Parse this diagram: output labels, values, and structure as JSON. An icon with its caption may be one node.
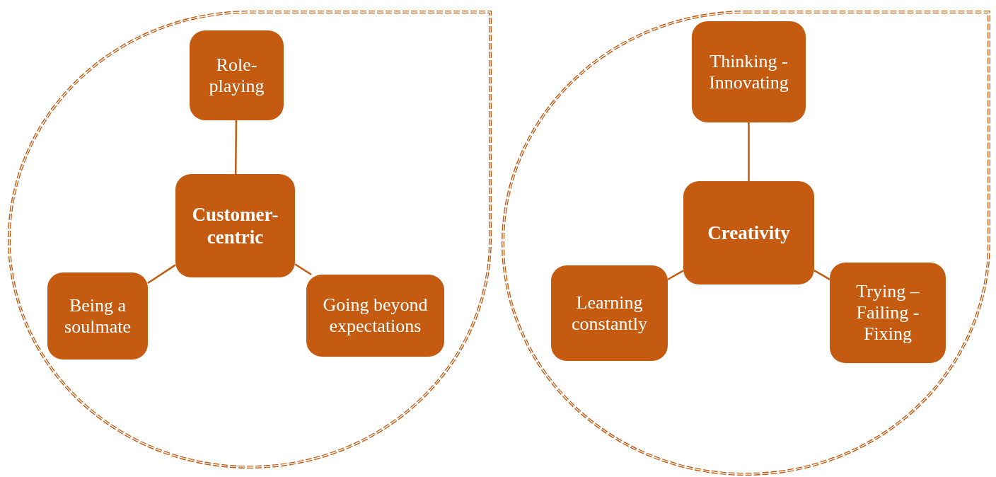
{
  "diagram": {
    "nodes": [
      {
        "text": [],
        "shape": "drop"
      },
      {
        "text": [
          "Role-playing"
        ],
        "in": 0
      },
      {
        "text": [
          "Customer-centric"
        ],
        "in": 0
      },
      {
        "text": [
          "Being a soulmate"
        ],
        "in": 0
      },
      {
        "text": [
          "Going beyond expectations"
        ],
        "in": 0
      },
      {
        "text": [],
        "shape": "drop"
      },
      {
        "text": [
          "Thinking - Innovating"
        ],
        "in": 5
      },
      {
        "text": [
          "Creativity"
        ],
        "in": 5
      },
      {
        "text": [
          "Learning constantly"
        ],
        "in": 5
      },
      {
        "text": [
          "Trying – Failing - Fixing"
        ],
        "in": 5
      }
    ],
    "edges": [
      {
        "from": 2,
        "to": 1,
        "arrow": "none"
      },
      {
        "from": 2,
        "to": 3,
        "arrow": "none"
      },
      {
        "from": 2,
        "to": 4,
        "arrow": "none"
      },
      {
        "from": 7,
        "to": 6,
        "arrow": "none"
      },
      {
        "from": 7,
        "to": 8,
        "arrow": "none"
      },
      {
        "from": 7,
        "to": 9,
        "arrow": "none"
      }
    ]
  }
}
